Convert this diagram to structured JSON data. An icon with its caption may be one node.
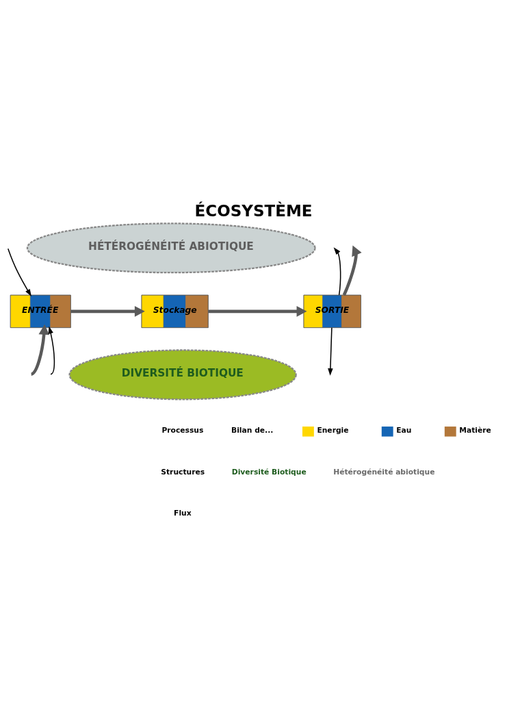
{
  "diagram": {
    "title": "ÉCOSYSTÈME",
    "nodes": [
      {
        "text": [
          "HÉTÉROGÉNÉITÉ ABIOTIQUE"
        ]
      },
      {
        "text": [
          "DIVERSITÉ BIOTIQUE"
        ]
      },
      {
        "text": [
          "ENTRÉE"
        ]
      },
      {
        "text": [
          "Stockage"
        ]
      },
      {
        "text": [
          "SORTIE"
        ]
      }
    ],
    "edges": [
      {
        "from": null,
        "to": 2,
        "arrow": "to"
      },
      {
        "from": 2,
        "to": 3,
        "arrow": "to",
        "style": "thick",
        "color": "#5a5a5a"
      },
      {
        "from": 3,
        "to": 4,
        "arrow": "to",
        "style": "thick",
        "color": "#5a5a5a"
      },
      {
        "from": 4,
        "to": null,
        "arrow": "to",
        "style": "thick",
        "color": "#5a5a5a"
      },
      {
        "from": null,
        "to": 2,
        "arrow": "to",
        "style": "thick",
        "color": "#5a5a5a"
      },
      {
        "from": null,
        "to": 2,
        "arrow": "to"
      },
      {
        "from": 4,
        "to": null,
        "arrow": "to"
      },
      {
        "from": 4,
        "to": null,
        "arrow": "to"
      }
    ],
    "labels": [
      "Processus",
      "Bilan de...",
      "Structures",
      "Flux"
    ],
    "legend": [
      {
        "text": "Energie",
        "color": "#ffd700"
      },
      {
        "text": "Eau",
        "color": "#1565b5"
      },
      {
        "text": "Matière",
        "color": "#b3773a"
      },
      {
        "text": "Diversité Biotique",
        "color": "#1e5c1e"
      },
      {
        "text": "Hétérogénéité abiotique",
        "color": "#6b6b6b"
      }
    ]
  }
}
